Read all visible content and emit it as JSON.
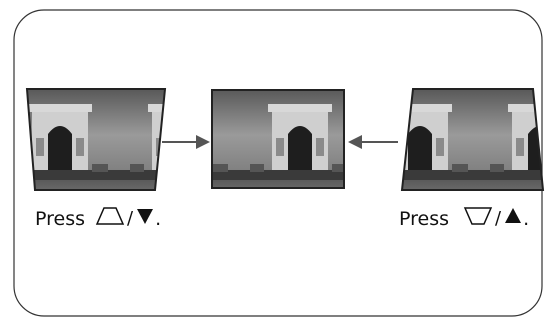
{
  "labels": {
    "left": {
      "word": "Press",
      "separator": "/",
      "end": "."
    },
    "right": {
      "word": "Press",
      "separator": "/",
      "end": "."
    }
  },
  "icons": {
    "left": [
      "keystone-up-icon",
      "triangle-down-icon"
    ],
    "right": [
      "keystone-down-icon",
      "triangle-up-icon"
    ]
  },
  "images": [
    "arc-de-triomphe-keystoned-wide-top",
    "arc-de-triomphe-corrected",
    "arc-de-triomphe-keystoned-wide-bottom"
  ]
}
